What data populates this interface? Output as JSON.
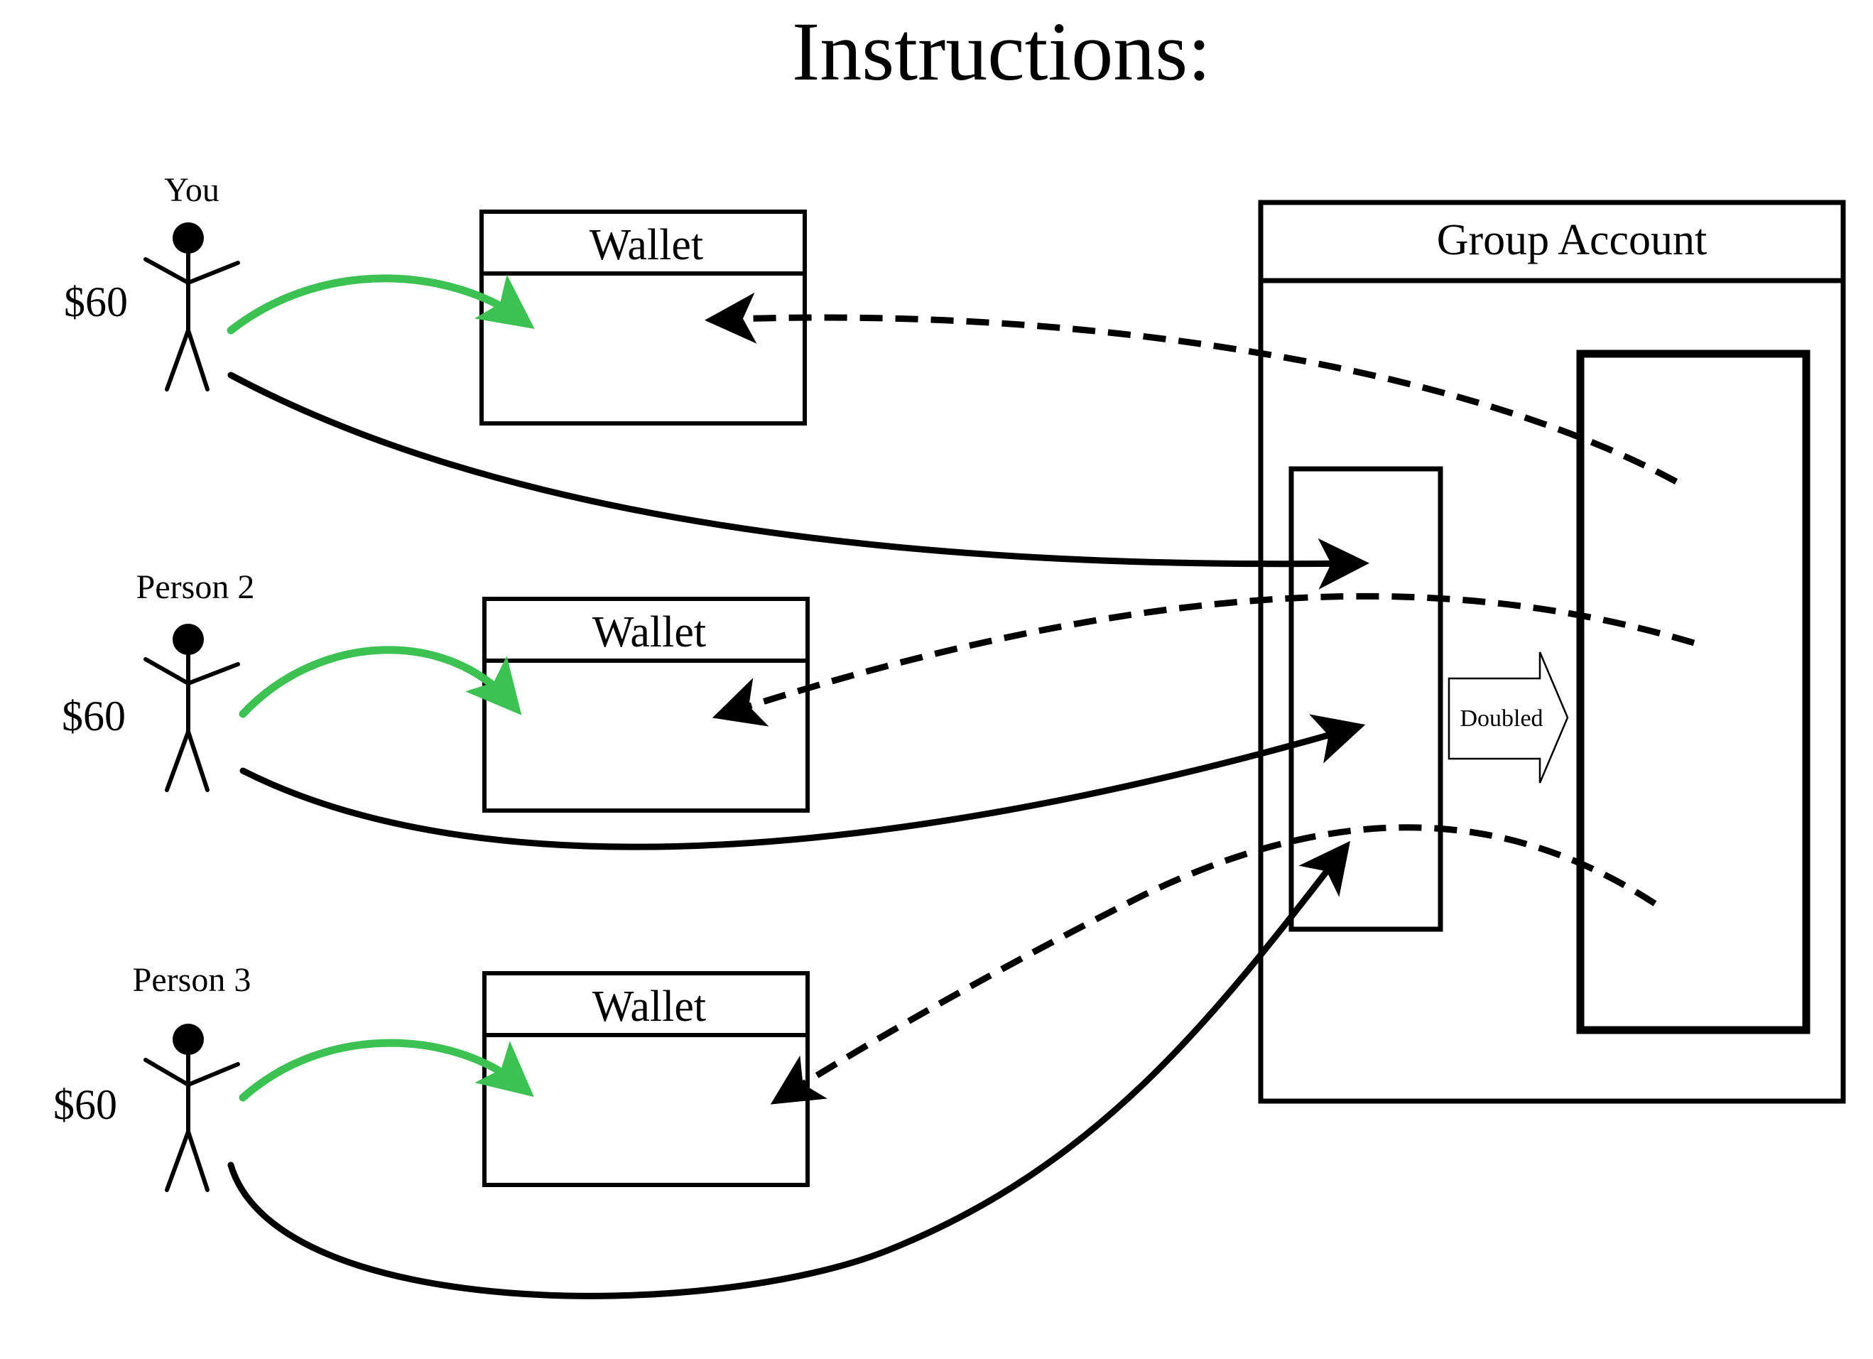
{
  "title": "Instructions:",
  "people": [
    {
      "label": "You",
      "money": "$60"
    },
    {
      "label": "Person 2",
      "money": "$60"
    },
    {
      "label": "Person 3",
      "money": "$60"
    }
  ],
  "wallet_label": "Wallet",
  "group_account": {
    "label": "Group Account",
    "doubled_label": "Doubled"
  },
  "colors": {
    "transfer_to_wallet": "#3cc152",
    "contribution": "#000000",
    "payout": "#000000"
  }
}
